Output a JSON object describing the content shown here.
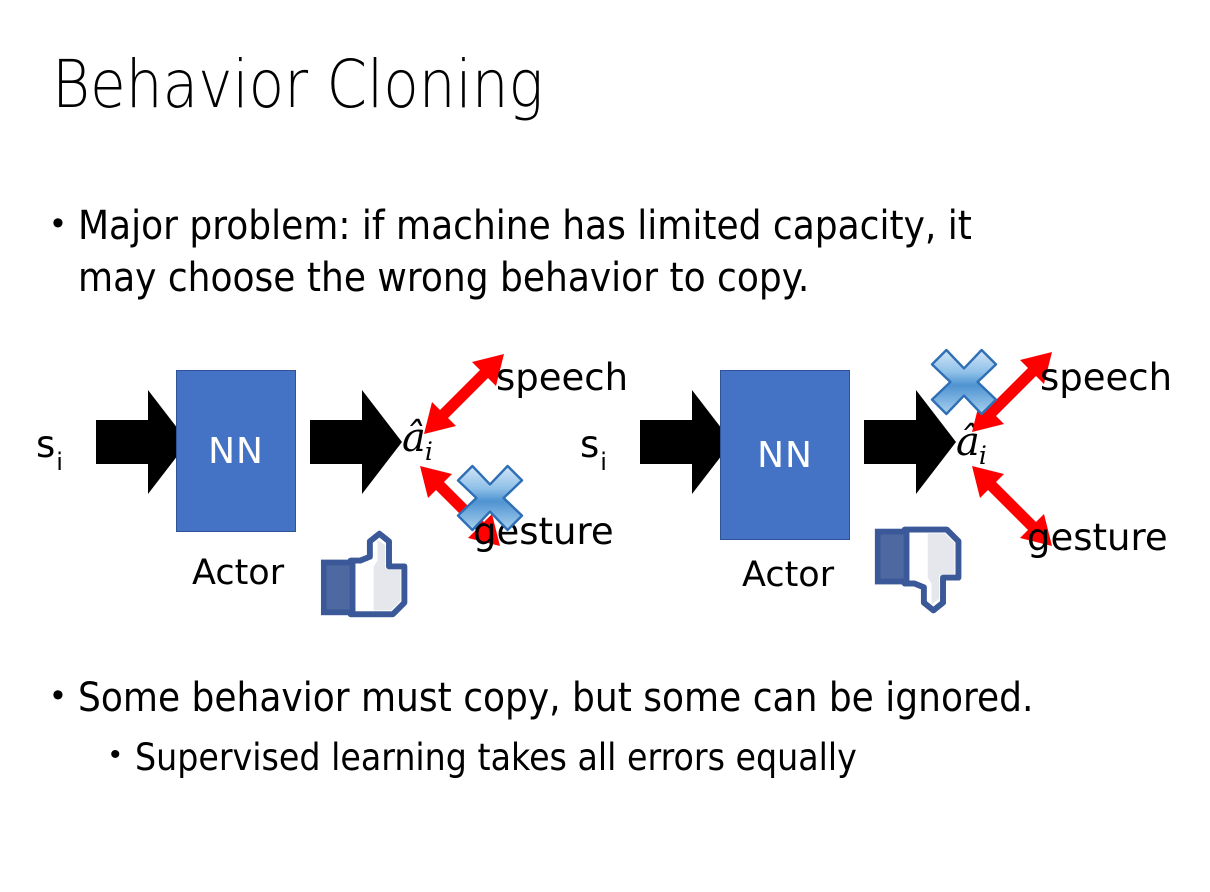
{
  "slide": {
    "title": "Behavior Cloning",
    "background_color": "#FFFFFF",
    "bullets": [
      {
        "level": 1,
        "marker": "•",
        "text": "Major problem: if machine has limited capacity, it\nmay choose the wrong behavior to copy."
      },
      {
        "level": 1,
        "marker": "•",
        "text": "Some behavior must copy, but some can be ignored."
      },
      {
        "level": 2,
        "marker": "•",
        "text": "Supervised learning takes all errors equally"
      }
    ]
  },
  "diagrams": [
    {
      "id": "left",
      "state_label": "s",
      "state_subscript": "i",
      "network_label": "NN",
      "network_caption": "Actor",
      "action_label": "â",
      "action_subscript": "i",
      "outputs": [
        {
          "name": "speech",
          "label": "speech",
          "direction": "up-right",
          "crossed_out": false
        },
        {
          "name": "gesture",
          "label": "gesture",
          "direction": "down-right",
          "crossed_out": true
        }
      ],
      "verdict_icon": "thumbs-up-icon",
      "colors": {
        "network_fill": "#4472C4",
        "network_border": "#2E5496",
        "arrow": "#000000",
        "output_arrow": "#FF0000",
        "cross": "#5B9BD5",
        "thumb_outline": "#3B5998",
        "thumb_cuff": "#4E69A2"
      }
    },
    {
      "id": "right",
      "state_label": "s",
      "state_subscript": "i",
      "network_label": "NN",
      "network_caption": "Actor",
      "action_label": "â",
      "action_subscript": "i",
      "outputs": [
        {
          "name": "speech",
          "label": "speech",
          "direction": "up-right",
          "crossed_out": true
        },
        {
          "name": "gesture",
          "label": "gesture",
          "direction": "down-right",
          "crossed_out": false
        }
      ],
      "verdict_icon": "thumbs-down-icon",
      "colors": {
        "network_fill": "#4472C4",
        "network_border": "#2E5496",
        "arrow": "#000000",
        "output_arrow": "#FF0000",
        "cross": "#5B9BD5",
        "thumb_outline": "#3B5998",
        "thumb_cuff": "#4E69A2"
      }
    }
  ]
}
